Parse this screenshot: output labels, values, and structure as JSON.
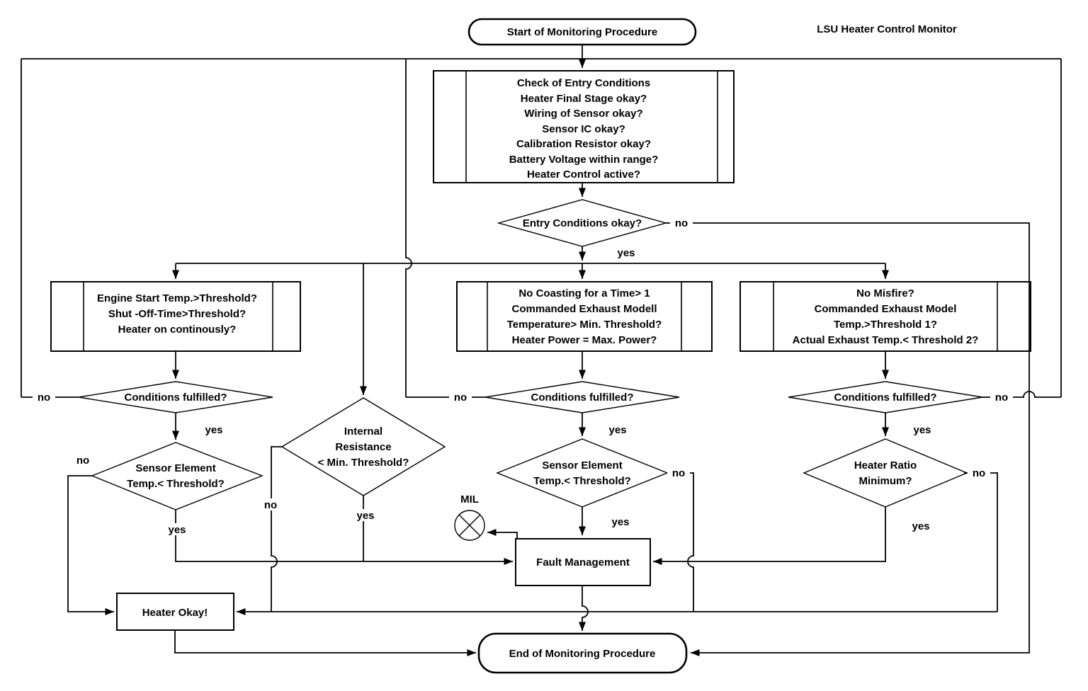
{
  "title": "LSU Heater Control Monitor",
  "labels": {
    "yes": "yes",
    "no": "no"
  },
  "nodes": {
    "start": {
      "label": "Start of Monitoring Procedure"
    },
    "entry_check": {
      "lines": [
        "Check of Entry Conditions",
        "Heater Final Stage okay?",
        "Wiring of Sensor okay?",
        "Sensor IC okay?",
        "Calibration Resistor okay?",
        "Battery Voltage within range?",
        "Heater Control active?"
      ]
    },
    "entry_ok": {
      "label": "Entry Conditions okay?"
    },
    "engine_start": {
      "lines": [
        "Engine Start Temp.>Threshold?",
        "Shut -Off-Time>Threshold?",
        "Heater on continously?"
      ]
    },
    "coasting": {
      "lines": [
        "No Coasting for a Time> 1",
        "Commanded Exhaust Modell",
        "Temperature> Min. Threshold?",
        "Heater Power = Max. Power?"
      ]
    },
    "misfire": {
      "lines": [
        "No Misfire?",
        "Commanded Exhaust Model",
        "Temp.>Threshold 1?",
        "Actual Exhaust Temp.< Threshold 2?"
      ]
    },
    "left_cond": {
      "label": "Conditions fulfilled?"
    },
    "mid_cond": {
      "label": "Conditions fulfilled?"
    },
    "right_cond": {
      "label": "Conditions fulfilled?"
    },
    "left_sensor": {
      "lines": [
        "Sensor Element",
        "Temp.< Threshold?"
      ]
    },
    "internal_res": {
      "lines": [
        "Internal",
        "Resistance",
        "< Min. Threshold?"
      ]
    },
    "mid_sensor": {
      "lines": [
        "Sensor Element",
        "Temp.< Threshold?"
      ]
    },
    "heater_ratio": {
      "lines": [
        "Heater Ratio",
        "Minimum?"
      ]
    },
    "mil": {
      "label": "MIL"
    },
    "fault": {
      "label": "Fault Management"
    },
    "heater_okay": {
      "label": "Heater Okay!"
    },
    "end": {
      "label": "End of Monitoring Procedure"
    }
  }
}
